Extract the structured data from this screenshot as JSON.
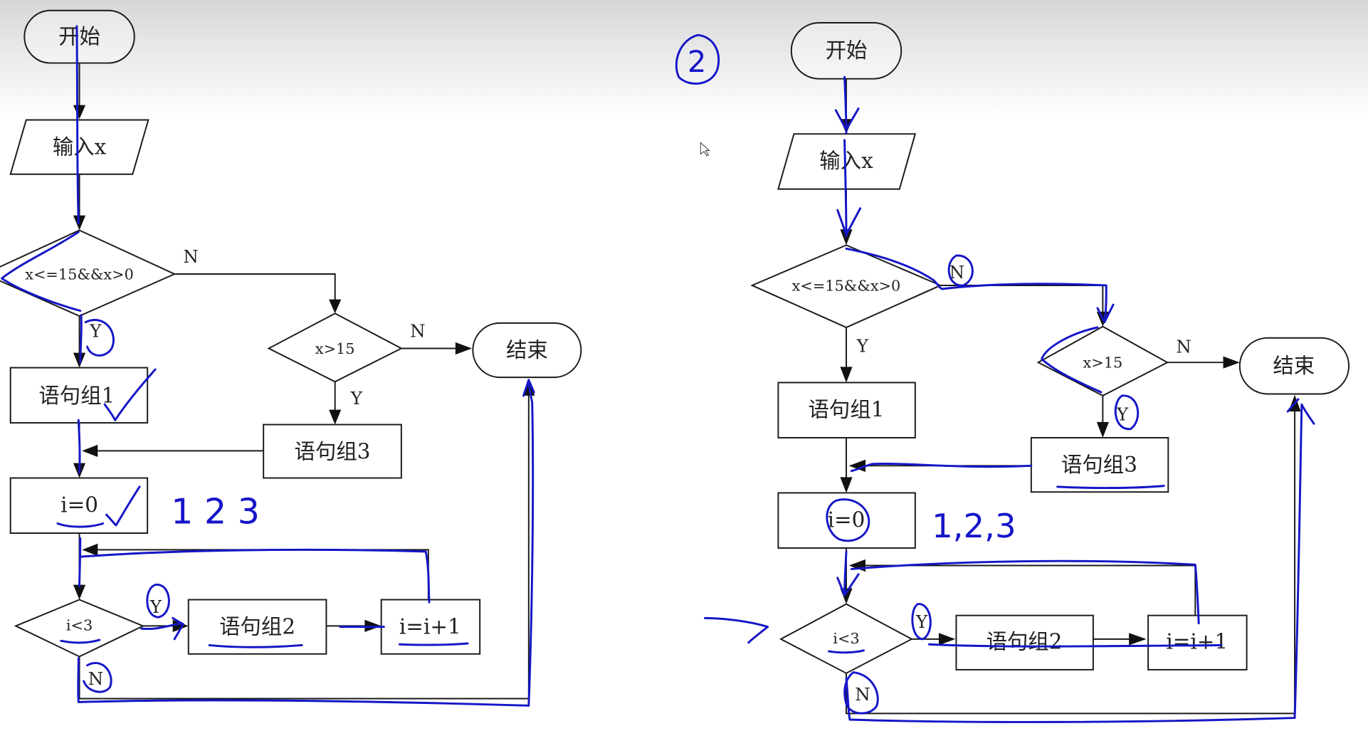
{
  "colors": {
    "ink": "#1515c8",
    "stroke": "#1a1a1a",
    "background_top": "#d6d6d6",
    "background": "#ffffff"
  },
  "flowchart_left": {
    "start": "开始",
    "input": "输入x",
    "decision1": "x<=15&&x>0",
    "decision1_yes": "Y",
    "decision1_no": "N",
    "decision2": "x>15",
    "decision2_yes": "Y",
    "decision2_no": "N",
    "end": "结束",
    "group1": "语句组1",
    "group3": "语句组3",
    "init": "i=0",
    "loop_condition": "i<3",
    "loop_yes": "Y",
    "loop_no": "N",
    "group2": "语句组2",
    "increment": "i=i+1"
  },
  "flowchart_right": {
    "start": "开始",
    "input": "输入x",
    "decision1": "x<=15&&x>0",
    "decision1_yes": "Y",
    "decision1_no": "N",
    "decision2": "x>15",
    "decision2_yes": "Y",
    "decision2_no": "N",
    "end": "结束",
    "group1": "语句组1",
    "group3": "语句组3",
    "init": "i=0",
    "loop_condition": "i<3",
    "loop_yes": "Y",
    "loop_no": "N",
    "group2": "语句组2",
    "increment": "i=i+1"
  },
  "annotations": {
    "left_counter": "1  2  3",
    "right_counter": "1,2,3",
    "right_number": "2"
  }
}
